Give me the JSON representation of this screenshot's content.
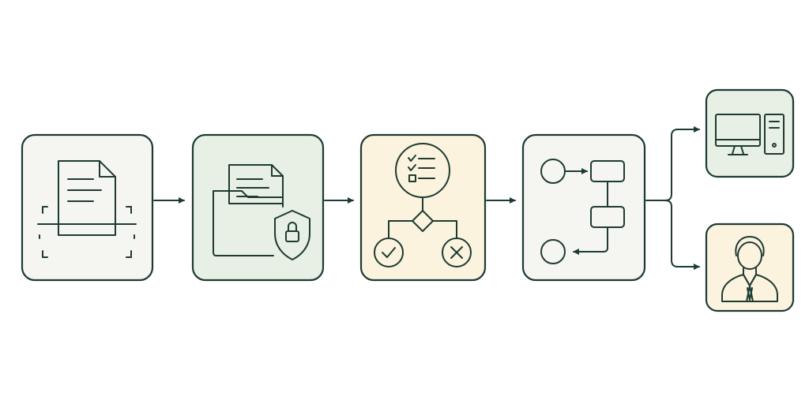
{
  "diagram": {
    "type": "process-flow",
    "steps": [
      {
        "id": "scan",
        "icon": "document-scan-icon",
        "fill": "#f5f5f2"
      },
      {
        "id": "secure-store",
        "icon": "secure-folder-icon",
        "fill": "#e8efe4"
      },
      {
        "id": "review",
        "icon": "checklist-decision-icon",
        "fill": "#fcf3de"
      },
      {
        "id": "workflow",
        "icon": "workflow-routing-icon",
        "fill": "#f5f5f2"
      }
    ],
    "outputs": [
      {
        "id": "computer",
        "icon": "desktop-computer-icon",
        "fill": "#e8efe4"
      },
      {
        "id": "person",
        "icon": "person-icon",
        "fill": "#fcf3de"
      }
    ],
    "colors": {
      "stroke": "#1d3b33",
      "neutral_fill": "#f5f5f2",
      "green_fill": "#e8efe4",
      "cream_fill": "#fcf3de",
      "background": "#ffffff"
    }
  }
}
